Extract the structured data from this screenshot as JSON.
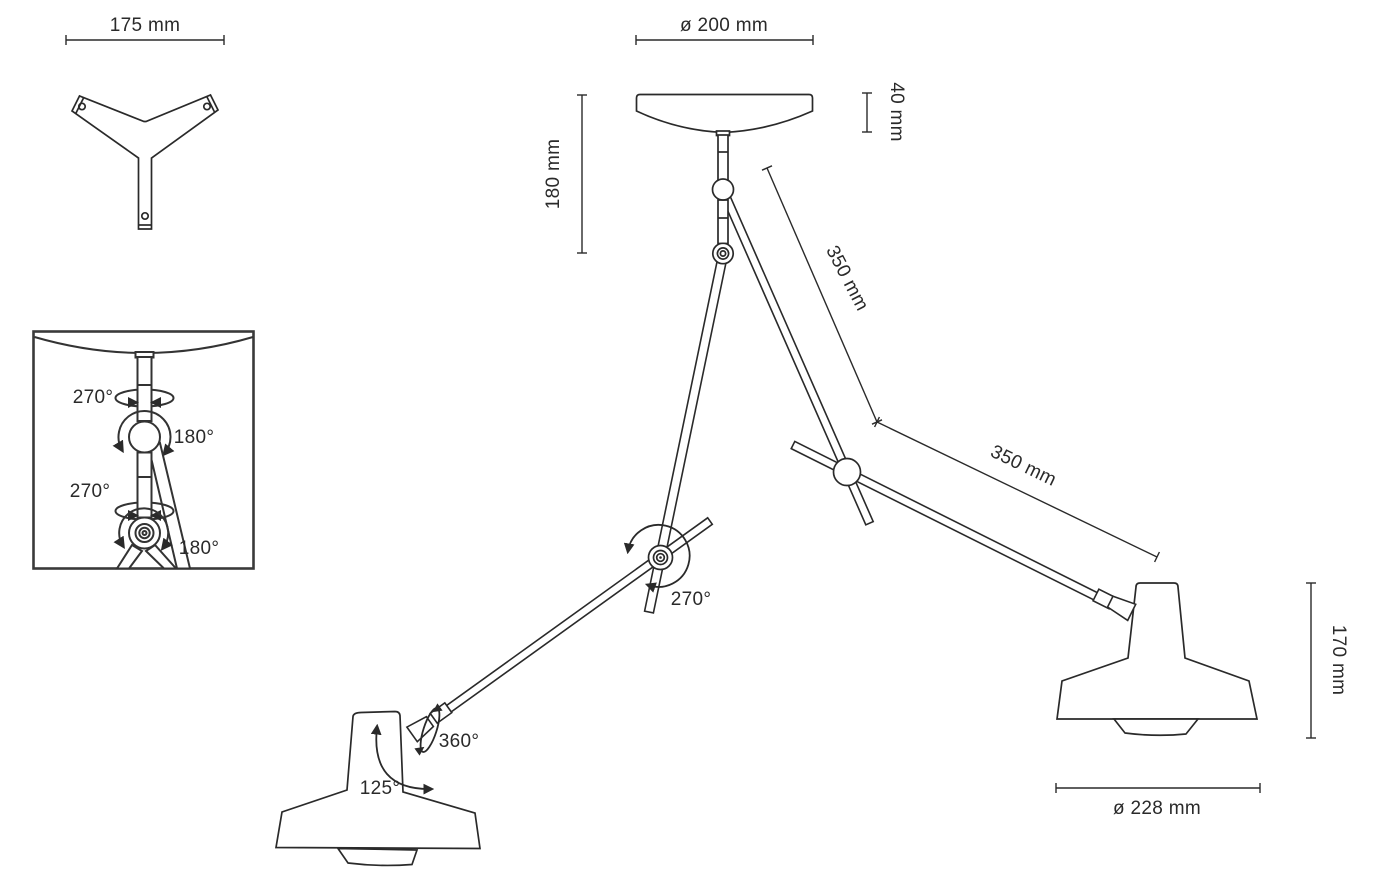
{
  "drawing": {
    "bracket": {
      "width_label": "175 mm"
    },
    "canopy": {
      "diameter_label": "ø 200 mm",
      "height_label": "40 mm",
      "drop_label": "180 mm"
    },
    "arms": {
      "upper_length_label": "350 mm",
      "lower_length_label": "350 mm",
      "elbow_rotation_label": "270°"
    },
    "shade": {
      "height_label": "170 mm",
      "diameter_label": "ø 228 mm",
      "swivel_label": "360°",
      "tilt_label": "125°"
    },
    "inset": {
      "upper_swivel_label": "270°",
      "upper_ball_label": "180°",
      "lower_swivel_label": "270°",
      "lower_ball_label": "180°"
    },
    "colors": {
      "line": "#2a2a2a",
      "background": "#ffffff"
    }
  }
}
